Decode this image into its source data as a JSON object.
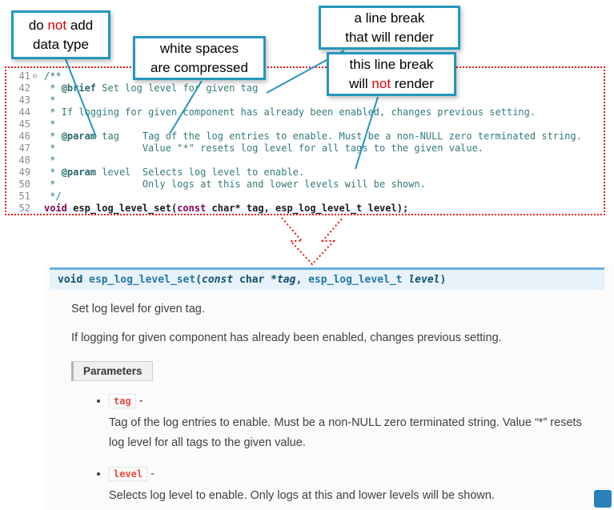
{
  "callouts": {
    "no_datatype": {
      "l1a": "do ",
      "l1b": "not",
      "l1c": " add",
      "l2": "data type"
    },
    "whitespace": {
      "l1": "white spaces",
      "l2": "are compressed"
    },
    "break_render": {
      "l1": "a line break",
      "l2": "that will render"
    },
    "break_norender": {
      "l1": "this line break",
      "l2a": "will ",
      "l2b": "not",
      "l2c": " render"
    }
  },
  "code": {
    "fold_glyph": "⊖",
    "lines": [
      {
        "num": "41",
        "fold": true,
        "segs": [
          {
            "c": "comment",
            "t": "/**"
          }
        ]
      },
      {
        "num": "42",
        "segs": [
          {
            "c": "comment",
            "t": " * "
          },
          {
            "c": "ctag",
            "t": "@brief"
          },
          {
            "c": "comment",
            "t": " Set log level for given tag"
          }
        ]
      },
      {
        "num": "43",
        "segs": [
          {
            "c": "comment",
            "t": " *"
          }
        ]
      },
      {
        "num": "44",
        "segs": [
          {
            "c": "comment",
            "t": " * If logging for given component has already been enabled, changes previous setting."
          }
        ]
      },
      {
        "num": "45",
        "segs": [
          {
            "c": "comment",
            "t": " *"
          }
        ]
      },
      {
        "num": "46",
        "segs": [
          {
            "c": "comment",
            "t": " * "
          },
          {
            "c": "ctag",
            "t": "@param"
          },
          {
            "c": "comment",
            "t": " tag    Tag of the log entries to enable. Must be a non-NULL zero terminated string."
          }
        ]
      },
      {
        "num": "47",
        "segs": [
          {
            "c": "comment",
            "t": " *               Value \"*\" resets log level for all tags to the given value."
          }
        ]
      },
      {
        "num": "48",
        "segs": [
          {
            "c": "comment",
            "t": " *"
          }
        ]
      },
      {
        "num": "49",
        "segs": [
          {
            "c": "comment",
            "t": " * "
          },
          {
            "c": "ctag",
            "t": "@param"
          },
          {
            "c": "comment",
            "t": " level  Selects log level to enable."
          }
        ]
      },
      {
        "num": "50",
        "segs": [
          {
            "c": "comment",
            "t": " *               Only logs at this and lower levels will be shown."
          }
        ]
      },
      {
        "num": "51",
        "segs": [
          {
            "c": "comment",
            "t": " */"
          }
        ]
      },
      {
        "num": "52",
        "segs": [
          {
            "c": "kw",
            "t": "void"
          },
          {
            "c": "code",
            "t": " esp_log_level_set("
          },
          {
            "c": "kw",
            "t": "const"
          },
          {
            "c": "code",
            "t": " char* tag, esp_log_level_t level);"
          }
        ]
      }
    ]
  },
  "doc": {
    "signature": [
      {
        "c": "kw",
        "t": "void"
      },
      {
        "c": "pln",
        "t": " "
      },
      {
        "c": "name",
        "t": "esp_log_level_set"
      },
      {
        "c": "pln",
        "t": "("
      },
      {
        "c": "kwi",
        "t": "const"
      },
      {
        "c": "pln",
        "t": " char *"
      },
      {
        "c": "arg",
        "t": "tag"
      },
      {
        "c": "pln",
        "t": ", "
      },
      {
        "c": "type",
        "t": "esp_log_level_t"
      },
      {
        "c": "pln",
        "t": " "
      },
      {
        "c": "arg",
        "t": "level"
      },
      {
        "c": "pln",
        "t": ")"
      }
    ],
    "brief": "Set log level for given tag.",
    "detail": "If logging for given component has already been enabled, changes previous setting.",
    "parameters_label": "Parameters",
    "params": [
      {
        "name": "tag",
        "sep": "-",
        "desc": "Tag of the log entries to enable. Must be a non-NULL zero terminated string. Value “*” resets log level for all tags to the given value."
      },
      {
        "name": "level",
        "sep": "-",
        "desc": "Selects log level to enable. Only logs at this and lower levels will be shown."
      }
    ]
  },
  "colors": {
    "callout_border": "#2596be",
    "leader_line": "#2596be",
    "red_accent": "#e00000",
    "code_frame_border": "#ee1111",
    "comment_text": "#33797a",
    "keyword_text": "#7f0055",
    "signature_background": "#e7f2fa",
    "signature_border": "#6ab0de",
    "signature_text": "#12506e",
    "param_name_text": "#e74c3c",
    "doc_background": "#fbfbfb"
  }
}
